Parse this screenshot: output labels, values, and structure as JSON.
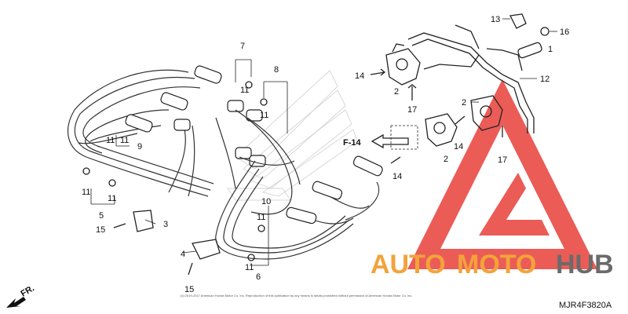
{
  "diagram": {
    "callouts": [
      {
        "id": "c1",
        "text": "1"
      },
      {
        "id": "c2a",
        "text": "2"
      },
      {
        "id": "c2b",
        "text": "2"
      },
      {
        "id": "c2c",
        "text": "2"
      },
      {
        "id": "c3",
        "text": "3"
      },
      {
        "id": "c4",
        "text": "4"
      },
      {
        "id": "c5",
        "text": "5"
      },
      {
        "id": "c6",
        "text": "6"
      },
      {
        "id": "c7",
        "text": "7"
      },
      {
        "id": "c8",
        "text": "8"
      },
      {
        "id": "c9",
        "text": "9"
      },
      {
        "id": "c10",
        "text": "10"
      },
      {
        "id": "c11a",
        "text": "11"
      },
      {
        "id": "c11b",
        "text": "11"
      },
      {
        "id": "c11c",
        "text": "11"
      },
      {
        "id": "c11d",
        "text": "11"
      },
      {
        "id": "c11e",
        "text": "11"
      },
      {
        "id": "c11f",
        "text": "11"
      },
      {
        "id": "c11g",
        "text": "11"
      },
      {
        "id": "c11h",
        "text": "11"
      },
      {
        "id": "c12",
        "text": "12"
      },
      {
        "id": "c13",
        "text": "13"
      },
      {
        "id": "c14a",
        "text": "14"
      },
      {
        "id": "c14b",
        "text": "14"
      },
      {
        "id": "c14c",
        "text": "14"
      },
      {
        "id": "c15a",
        "text": "15"
      },
      {
        "id": "c15b",
        "text": "15"
      },
      {
        "id": "c16",
        "text": "16"
      },
      {
        "id": "c17a",
        "text": "17"
      },
      {
        "id": "c17b",
        "text": "17"
      }
    ],
    "reference_label": "F-14",
    "direction_label": "FR.",
    "diagram_code": "MJR4F3820A",
    "copyright_text": "(c) 2019-2017 American Honda Motor Co. Inc. Reproduction of this publication by any means is strictly prohibited without permission of American Honda Motor Co. Inc.",
    "watermark_brand": {
      "part1": "AUTO",
      "part2": "MOTO",
      "part3": "HUB"
    }
  },
  "colors": {
    "line": "#222222",
    "watermark_red": "#e8403a",
    "watermark_orange": "#f2a33a",
    "watermark_gray": "#6b6b6b",
    "logo_outline": "#cfcfcf"
  }
}
